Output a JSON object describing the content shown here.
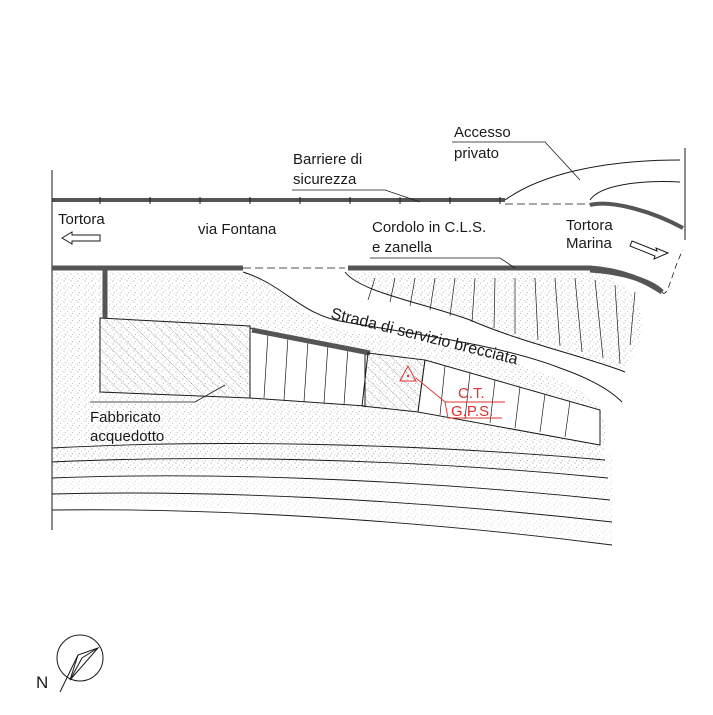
{
  "labels": {
    "left_direction": "Tortora",
    "street": "via Fontana",
    "barrier_l1": "Barriere di",
    "barrier_l2": "sicurezza",
    "access_l1": "Accesso",
    "access_l2": "privato",
    "curb_l1": "Cordolo in C.L.S.",
    "curb_l2": "e zanella",
    "right_direction_l1": "Tortora",
    "right_direction_l2": "Marina",
    "service_road": "Strada di servizio brecciata",
    "building_l1": "Fabbricato",
    "building_l2": "acquedotto",
    "benchmark_l1": "C.T.",
    "benchmark_l2": "G.P.S.",
    "north": "N"
  },
  "colors": {
    "line": "#1a1a1a",
    "curb": "#555555",
    "benchmark": "#e03030",
    "ground_dots": "#9a9a9a"
  },
  "icons": {
    "north_arrow": "compass-rose-icon",
    "left_arrow": "arrow-left-icon",
    "right_arrow": "arrow-right-icon",
    "triangle": "survey-triangle-icon"
  }
}
